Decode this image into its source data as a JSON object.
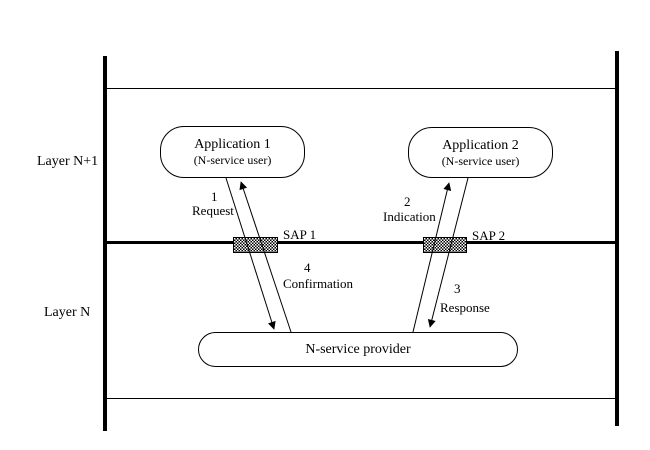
{
  "diagram": {
    "layers": {
      "upper_label": "Layer N+1",
      "lower_label": "Layer N"
    },
    "nodes": {
      "app1": {
        "title": "Application 1",
        "subtitle": "(N-service user)"
      },
      "app2": {
        "title": "Application 2",
        "subtitle": "(N-service user)"
      },
      "provider": {
        "title": "N-service provider"
      }
    },
    "saps": {
      "sap1_label": "SAP 1",
      "sap2_label": "SAP 2"
    },
    "primitives": [
      {
        "number": "1",
        "label": "Request"
      },
      {
        "number": "2",
        "label": "Indication"
      },
      {
        "number": "3",
        "label": "Response"
      },
      {
        "number": "4",
        "label": "Confirmation"
      }
    ],
    "colors": {
      "line": "#000000",
      "background": "#ffffff",
      "sap_fill": "checkerboard-dither"
    }
  }
}
